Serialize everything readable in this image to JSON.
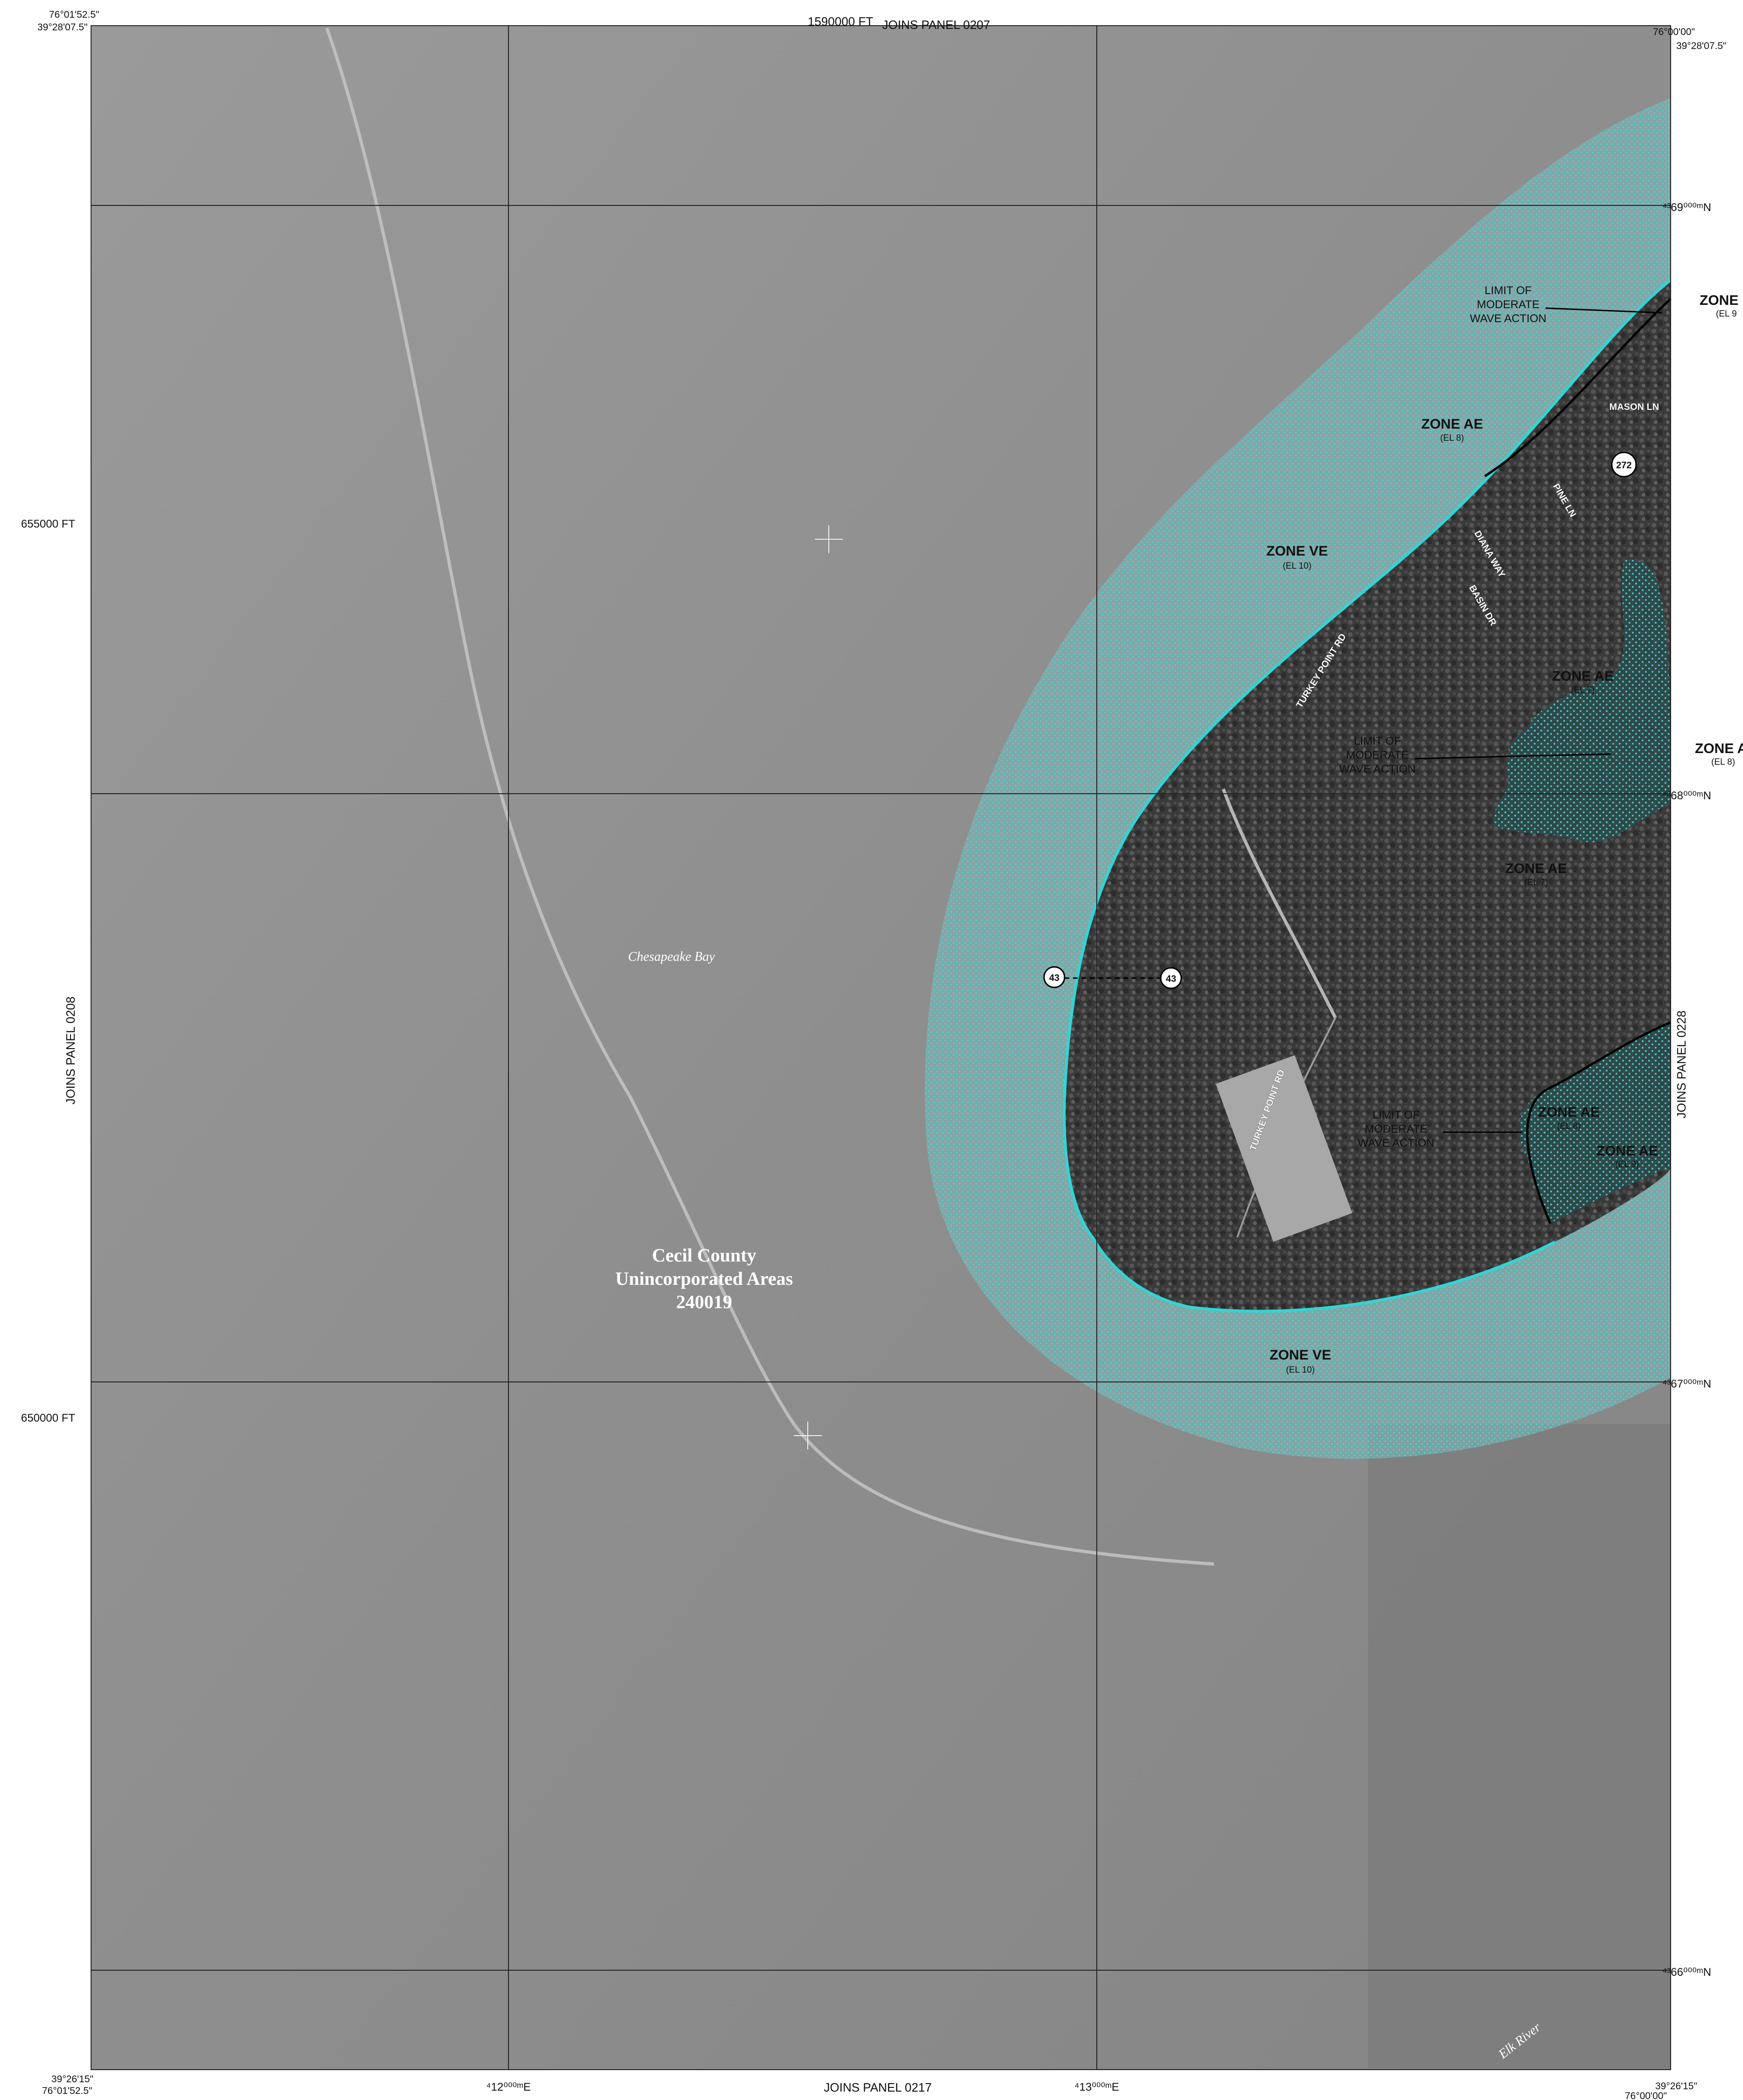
{
  "panel": {
    "top_ft": "1590000 FT",
    "top_join": "JOINS PANEL 0207",
    "bottom_join": "JOINS PANEL 0217",
    "left_join": "JOINS PANEL 0208",
    "right_join": "JOINS PANEL 0228",
    "left_ft_upper": "655000 FT",
    "left_ft_lower": "650000 FT"
  },
  "corners": {
    "top_left_lon": "76°01'52.5\"",
    "top_left_lat": "39°28'07.5\"",
    "top_right_lon": "76°00'00\"",
    "top_right_lat": "39°28'07.5\"",
    "bottom_left_lat": "39°26'15\"",
    "bottom_left_lon": "76°01'52.5\"",
    "bottom_right_lat": "39°26'15\"",
    "bottom_right_lon": "76°00'00\""
  },
  "utm": {
    "n69": "⁴³69⁰⁰⁰ᵐN",
    "n68": "⁴³68⁰⁰⁰ᵐN",
    "n67": "⁴³67⁰⁰⁰ᵐN",
    "n66": "⁴³66⁰⁰⁰ᵐN",
    "e12": "⁴12⁰⁰⁰ᵐE",
    "e13": "⁴13⁰⁰⁰ᵐE"
  },
  "community": {
    "line1": "Cecil County",
    "line2": "Unincorporated Areas",
    "line3": "240019"
  },
  "water": {
    "bay": "Chesapeake Bay",
    "river": "Elk River"
  },
  "zones": {
    "ve_north": "ZONE VE",
    "ve_north_el": "(EL 10)",
    "ve_south": "ZONE VE",
    "ve_south_el": "(EL 10)",
    "ae1": "ZONE AE",
    "ae1_el": "(EL 8)",
    "ae2": "ZONE AE",
    "ae2_el": "(EL 7)",
    "ae3": "ZONE AE",
    "ae3_el": "(EL 7)",
    "ae4": "ZONE AE",
    "ae4_el": "(EL 8)",
    "ae5": "ZONE AE",
    "ae5_el": "(EL 9)",
    "edge1": "ZONE",
    "edge1_el": "(EL 9",
    "edge2": "ZONE A",
    "edge2_el": "(EL 8)"
  },
  "limit_labels": [
    [
      "LIMIT OF",
      "MODERATE",
      "WAVE ACTION"
    ],
    [
      "LIMIT OF",
      "MODERATE",
      "WAVE ACTION"
    ],
    [
      "LIMIT OF",
      "MODERATE",
      "WAVE ACTION"
    ]
  ],
  "roads": {
    "turkey_point_1": "TURKEY POINT RD",
    "turkey_point_2": "TURKEY POINT RD",
    "basin": "BASIN DR",
    "diana": "DIANA WAY",
    "pine": "PINE LN",
    "mason": "MASON LN",
    "route": "272"
  },
  "transect": {
    "label_a": "43",
    "label_b": "43"
  },
  "colors": {
    "water": "#8f8f8f",
    "land": "#3c3c3c",
    "flood_zone": "#4fd0cf",
    "boundary": "#2fd6d6",
    "grid_line": "#222222"
  }
}
